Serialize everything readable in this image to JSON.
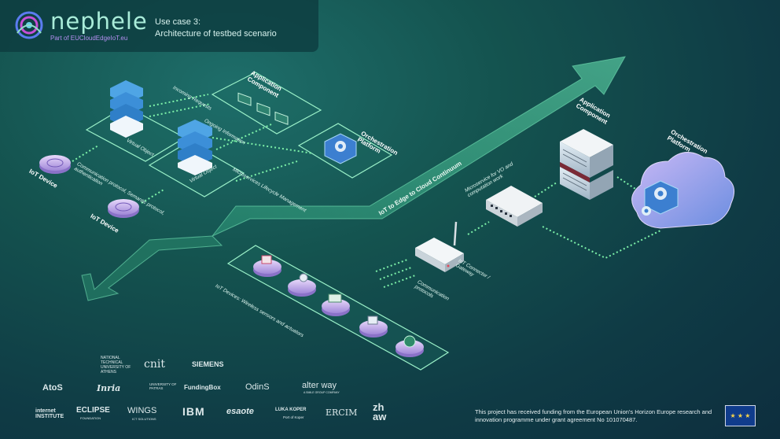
{
  "header": {
    "brand": "nephele",
    "brand_sub": "Part of EUCloudEdgeIoT.eu",
    "use_case_line1": "Use case 3:",
    "use_case_line2": "Architecture of testbed scenario"
  },
  "left_labels": {
    "iot_device_1": "IoT Device",
    "iot_device_2": "IoT Device",
    "virtual_object_1": "Virtual Object",
    "virtual_object_2": "Virtual Object",
    "incoming_requests": "Incoming Requests",
    "ongoing_information": "Ongoing Information",
    "comm_protocol": "Communication protocol, Semantic protocol, authentication",
    "application_component": "Application Component",
    "microservices": "Microservices Lifecycle Management",
    "orchestration": "Orchestration Platform"
  },
  "center_labels": {
    "continuum": "IoT to Edge to Cloud Continuum",
    "iot_devices_bar": "IoT Devices: Wireless sensors and actuators",
    "microservice_vo": "Microservice for VO and computation work",
    "iot_connector": "IoT Connector / Gateway",
    "comm_protocols": "Communication protocols"
  },
  "right_labels": {
    "application_component": "Application Component",
    "orchestration": "Orchestration Platform"
  },
  "logos": {
    "row1": [
      "NATIONAL TECHNICAL UNIVERSITY OF ATHENS",
      "cnit",
      "SIEMENS"
    ],
    "row2": [
      "AtoS",
      "Inria",
      "UNIVERSITY OF PATRAS",
      "FundingBox",
      "OdinS",
      "alter way"
    ],
    "row2_sub": "A SMILE GROUP COMPANY",
    "row3": [
      "internet INSTITUTE",
      "ECLIPSE",
      "WINGS",
      "IBM",
      "esaote",
      "LUKA KOPER",
      "ERCIM",
      "zh aw"
    ],
    "eclipse_sub": "FOUNDATION",
    "wings_sub": "ICT SOLUTIONS",
    "luka_sub": "Port of Koper"
  },
  "funding": "This project has received funding from the European Union's Horizon Europe research and innovation programme under grant agreement No 101070487.",
  "colors": {
    "accent_green": "#7cf0a8",
    "brand_teal": "#a9ecd9",
    "brand_purple": "#b48ff0"
  }
}
